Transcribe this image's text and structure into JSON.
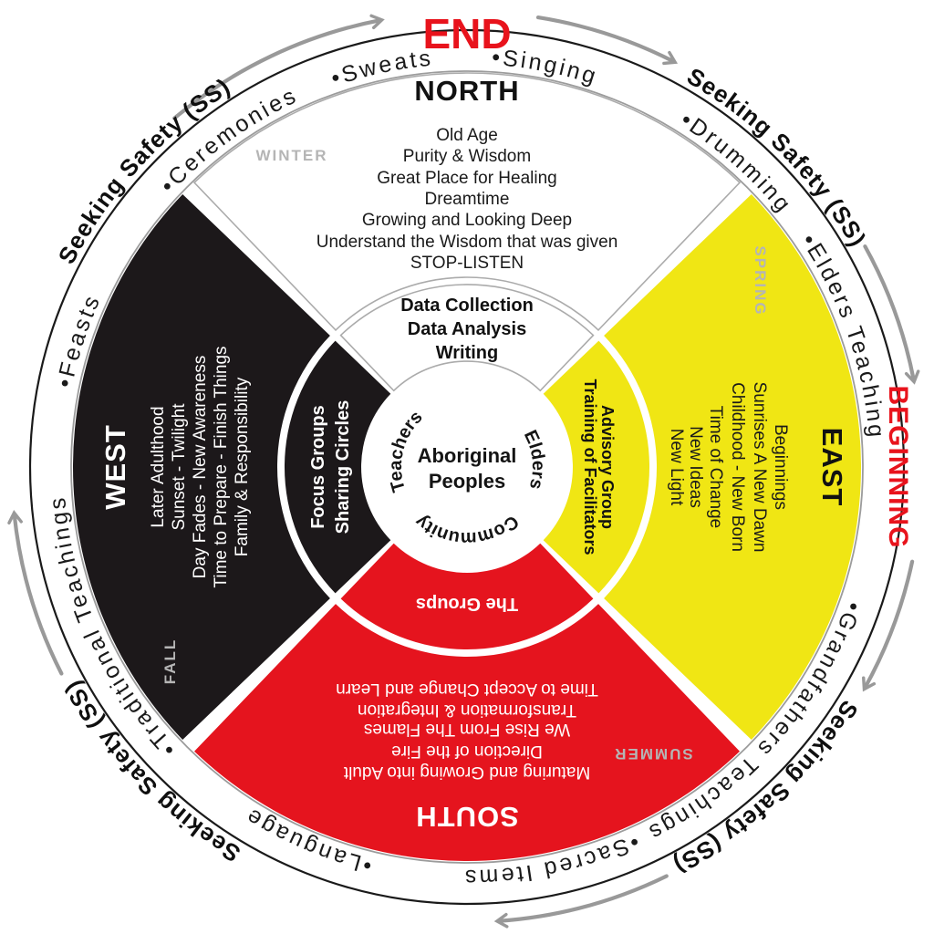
{
  "colors": {
    "red": "#E5141E",
    "yellow": "#F0E614",
    "black_wedge": "#1C181A",
    "gray_line": "#9C9C9C",
    "season_gray": "#B5B5B5",
    "arrow_gray": "#999999"
  },
  "outer_ring": {
    "end": "END",
    "beginning": "BEGINNING",
    "seeking_safety": [
      "Seeking Safety (SS)",
      "Seeking Safety (SS)",
      "Seeking Safety (SS)",
      "Seeking Safety (SS)"
    ],
    "items": [
      "•Singing",
      "•Drumming",
      "•Elders Teaching",
      "•Grandfathers Teachings",
      "•Sacred Items",
      "•Language",
      "•Traditional Teachings",
      "•Feasts",
      "•Ceremonies",
      "•Sweats"
    ]
  },
  "quadrants": {
    "north": {
      "title": "NORTH",
      "season": "WINTER",
      "lines": [
        "Old Age",
        "Purity & Wisdom",
        "Great Place for Healing",
        "Dreamtime",
        "Growing and Looking Deep",
        "Understand the Wisdom that was given",
        "STOP-LISTEN"
      ],
      "band": [
        "Data Collection",
        "Data Analysis",
        "Writing"
      ]
    },
    "east": {
      "title": "EAST",
      "season": "SPRING",
      "lines": [
        "Beginnings",
        "Sunrises A New Dawn",
        "Childhood - New Born",
        "Time of Change",
        "New Ideas",
        "New Light"
      ],
      "band": [
        "Advisory Group",
        "Training of Facilitators"
      ]
    },
    "south": {
      "title": "SOUTH",
      "season": "SUMMER",
      "lines": [
        "Maturing and Growing into Adult",
        "Direction of the Fire",
        "We Rise From The Flames",
        "Transformation & Integration",
        "Time to Accept Change and Learn"
      ],
      "band": [
        "The Groups"
      ]
    },
    "west": {
      "title": "WEST",
      "season": "FALL",
      "lines": [
        "Later Adulthood",
        "Sunset - Twilight",
        "Day Fades - New Awareness",
        "Time to Prepare - Finish Things",
        "Family & Responsibility"
      ],
      "band": [
        "Focus Groups",
        "Sharing Circles"
      ]
    }
  },
  "center": {
    "line1": "Aboriginal",
    "line2": "Peoples",
    "teachers": "Teachers",
    "elders": "Elders",
    "community": "Community"
  }
}
